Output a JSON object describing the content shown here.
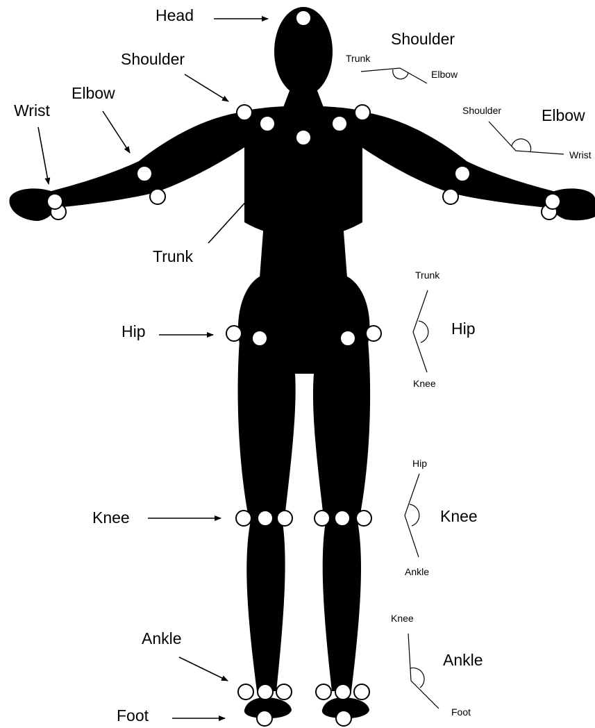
{
  "figure_labels": {
    "head": "Head",
    "shoulder": "Shoulder",
    "elbow": "Elbow",
    "wrist": "Wrist",
    "trunk": "Trunk",
    "hip": "Hip",
    "knee": "Knee",
    "ankle": "Ankle",
    "foot": "Foot"
  },
  "angle_diagrams": {
    "shoulder": {
      "title": "Shoulder",
      "end_a": "Trunk",
      "end_b": "Elbow"
    },
    "elbow": {
      "title": "Elbow",
      "end_a": "Shoulder",
      "end_b": "Wrist"
    },
    "hip": {
      "title": "Hip",
      "end_a": "Trunk",
      "end_b": "Knee"
    },
    "knee": {
      "title": "Knee",
      "end_a": "Hip",
      "end_b": "Ankle"
    },
    "ankle": {
      "title": "Ankle",
      "end_a": "Knee",
      "end_b": "Foot"
    }
  },
  "colors": {
    "figure": "#000000",
    "marker_fill": "#ffffff",
    "background": "#ffffff"
  }
}
